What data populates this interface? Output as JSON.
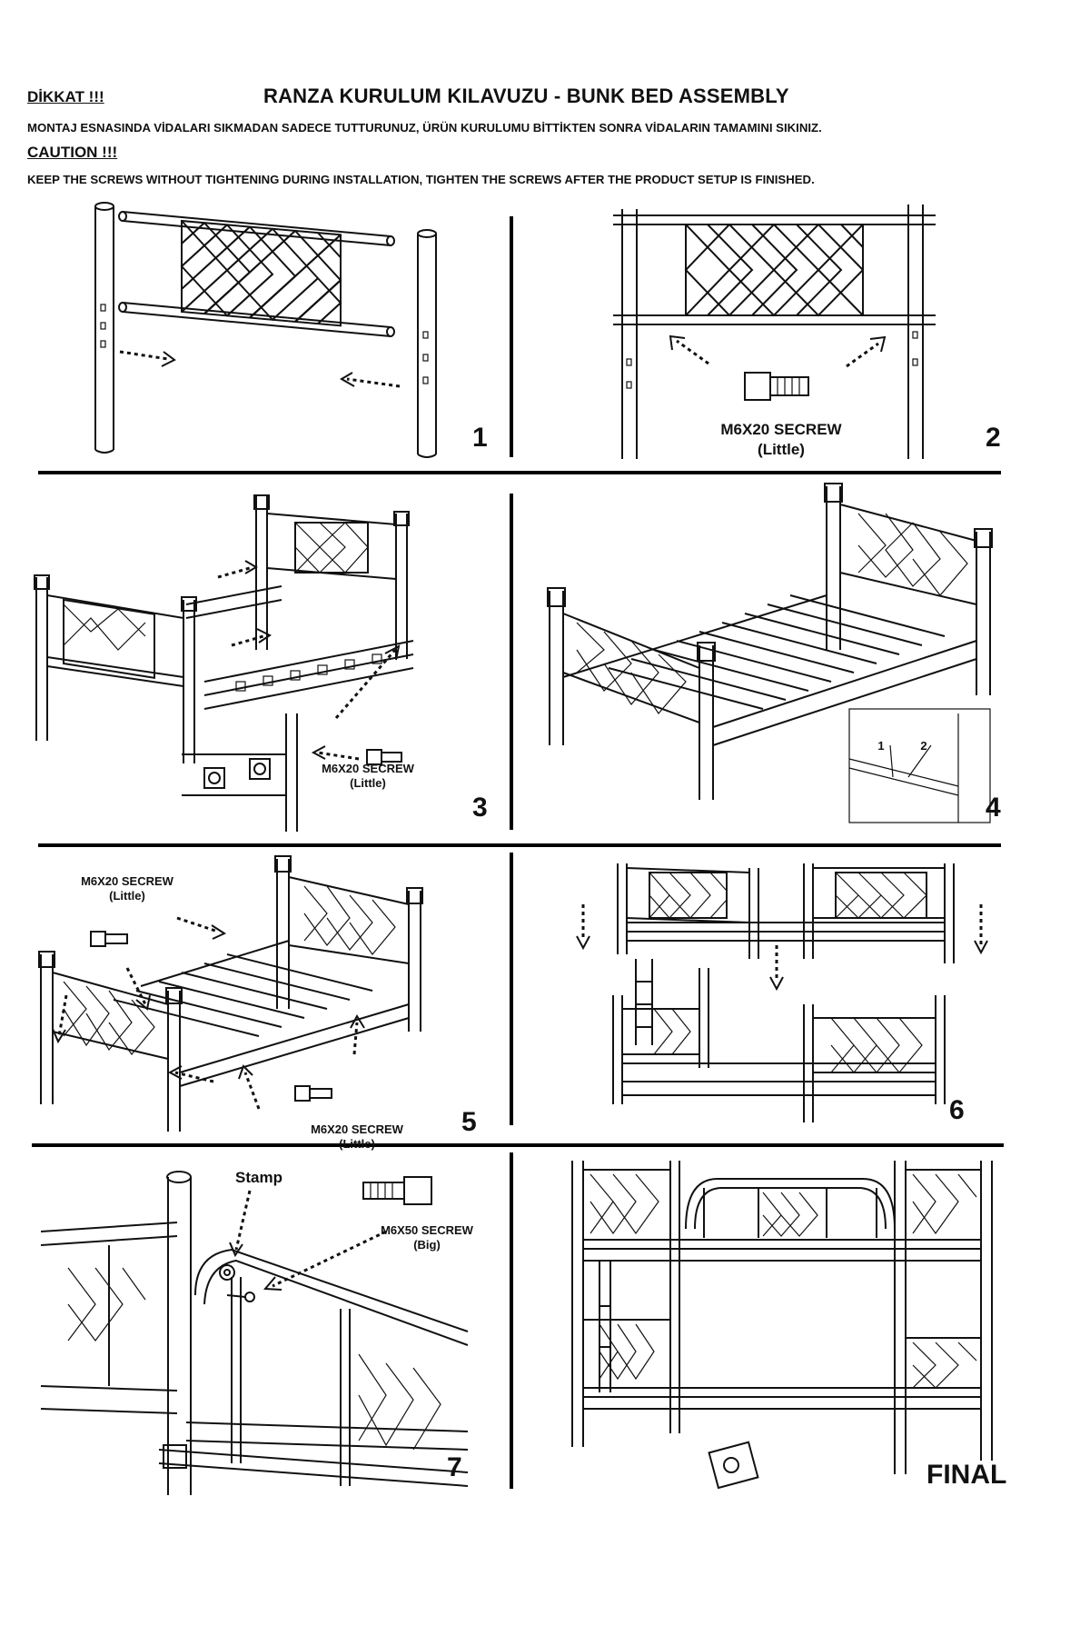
{
  "header": {
    "warning_tr": "DİKKAT !!!",
    "title": "RANZA KURULUM KILAVUZU - BUNK BED ASSEMBLY",
    "instruction_tr": "MONTAJ ESNASINDA VİDALARI SIKMADAN SADECE TUTTURUNUZ, ÜRÜN KURULUMU BİTTİKTEN SONRA VİDALARIN TAMAMINI SIKINIZ.",
    "warning_en": "CAUTION !!!",
    "instruction_en": "KEEP THE SCREWS WITHOUT TIGHTENING DURING INSTALLATION, TIGHTEN THE SCREWS AFTER THE PRODUCT SETUP IS FINISHED."
  },
  "steps": [
    {
      "number": "1"
    },
    {
      "number": "2",
      "screw_name": "M6X20 SECREW",
      "screw_size": "(Little)"
    },
    {
      "number": "3",
      "screw_name": "M6X20 SECREW",
      "screw_size": "(Little)"
    },
    {
      "number": "4",
      "detail_labels": [
        "1",
        "2"
      ]
    },
    {
      "number": "5",
      "screw_name_top": "M6X20 SECREW",
      "screw_size_top": "(Little)",
      "screw_name_bottom": "M6X20 SECREW",
      "screw_size_bottom": "(Little)"
    },
    {
      "number": "6"
    },
    {
      "number": "7",
      "stamp_label": "Stamp",
      "screw_name": "M6X50 SECREW",
      "screw_size": "(Big)"
    }
  ],
  "final_label": "FINAL",
  "icons": [
    "screw-icon",
    "arrow-icon",
    "bed-frame-icon",
    "stamp-icon"
  ]
}
